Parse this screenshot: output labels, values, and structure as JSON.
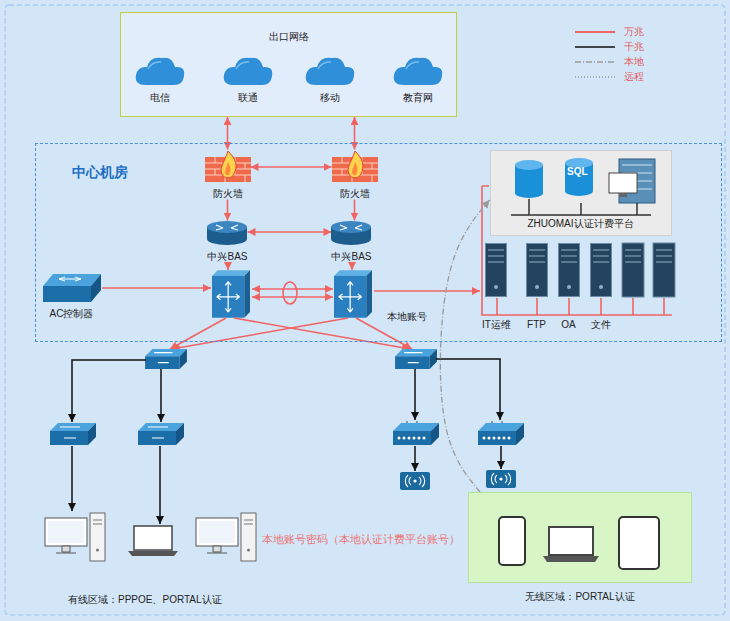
{
  "diagram": {
    "nodes": [
      {
        "text": [
          "出口网络"
        ]
      },
      {
        "text": [
          "电信"
        ],
        "in": 0
      },
      {
        "text": [
          "联通"
        ],
        "in": 0
      },
      {
        "text": [
          "移动"
        ],
        "in": 0
      },
      {
        "text": [
          "教育网"
        ],
        "in": 0
      },
      {
        "text": [
          "中心机房"
        ]
      },
      {
        "text": [
          "防火墙"
        ],
        "in": 5
      },
      {
        "text": [
          "防火墙"
        ],
        "in": 5
      },
      {
        "text": [
          "中兴BAS"
        ],
        "in": 5
      },
      {
        "text": [
          "中兴BAS"
        ],
        "in": 5
      },
      {
        "text": [
          "AC控制器"
        ],
        "in": 5
      },
      {
        "text": [
          "ZHUOMAI认证计费平台"
        ],
        "in": 5
      },
      {
        "text": [
          "IT运维"
        ],
        "in": 5
      },
      {
        "text": [
          "FTP"
        ],
        "in": 5
      },
      {
        "text": [
          "OA"
        ],
        "in": 5
      },
      {
        "text": [
          "文件"
        ],
        "in": 5
      },
      {
        "text": [
          "无线区域：PORTAL认证"
        ]
      }
    ],
    "edges": [
      {
        "from": 6,
        "to": 0,
        "arrow": "both"
      },
      {
        "from": 7,
        "to": 0,
        "arrow": "both"
      },
      {
        "from": 6,
        "to": 7,
        "arrow": "both"
      },
      {
        "from": 8,
        "to": 9,
        "arrow": "both"
      },
      {
        "from": 6,
        "to": 8,
        "arrow": "to"
      },
      {
        "from": 7,
        "to": 9,
        "arrow": "to"
      },
      {
        "from": 16,
        "to": 11,
        "arrow": "to"
      }
    ],
    "labels": [
      "SQL",
      "本地账号",
      "本地账号密码（本地认证计费平台账号）",
      "有线区域：PPPOE、PORTAL认证"
    ],
    "legend": [
      {
        "text": "万兆"
      },
      {
        "text": "千兆"
      },
      {
        "text": "本地"
      },
      {
        "text": "远程"
      }
    ]
  }
}
